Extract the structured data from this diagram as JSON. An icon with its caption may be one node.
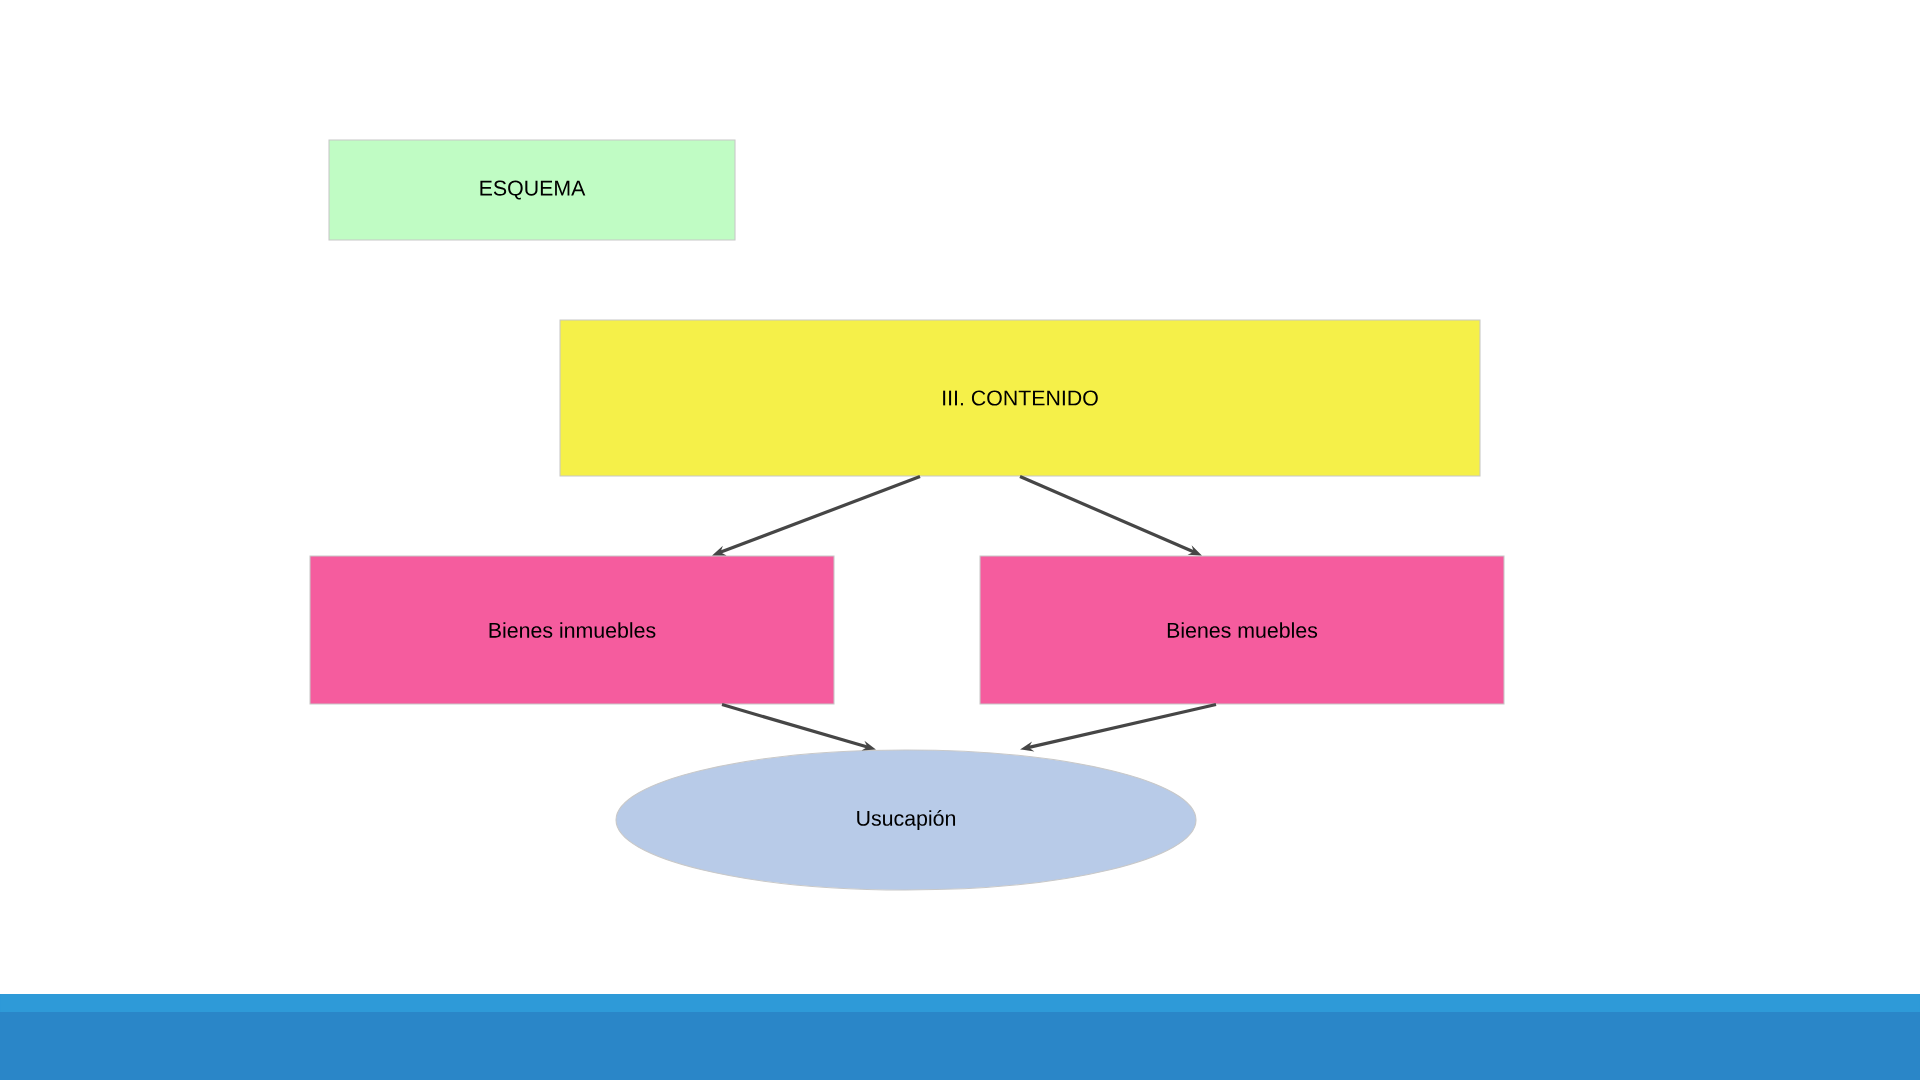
{
  "diagram": {
    "nodes": [
      {
        "text": [
          "ESQUEMA"
        ]
      },
      {
        "text": [
          "III. CONTENIDO"
        ]
      },
      {
        "text": [
          "Bienes inmuebles"
        ]
      },
      {
        "text": [
          "Bienes muebles"
        ]
      },
      {
        "text": [
          "Usucapión"
        ]
      }
    ],
    "edges": [
      {
        "from": 1,
        "to": 2,
        "arrow": "to"
      },
      {
        "from": 1,
        "to": 3,
        "arrow": "to"
      },
      {
        "from": 2,
        "to": 4,
        "arrow": "to"
      },
      {
        "from": 3,
        "to": 4,
        "arrow": "to"
      }
    ]
  }
}
